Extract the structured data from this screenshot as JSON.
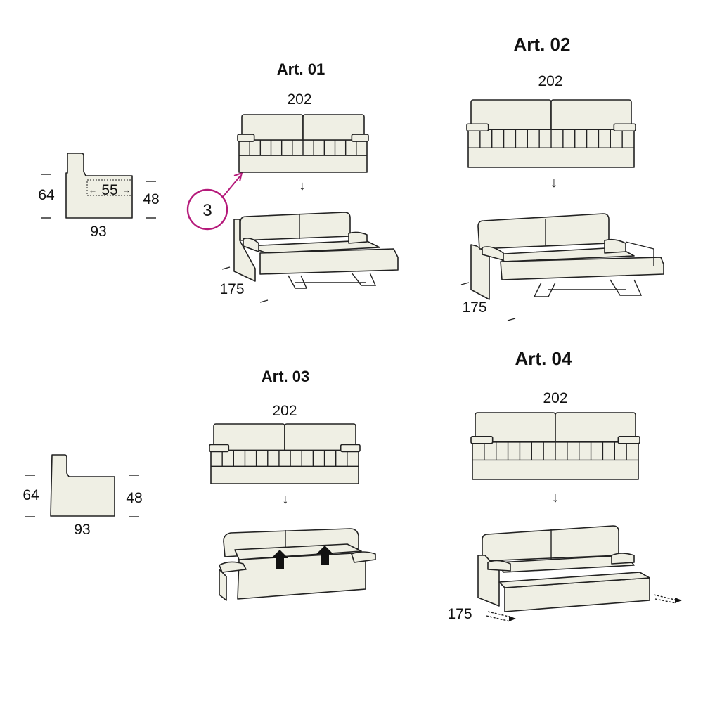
{
  "side_views": [
    {
      "height": "64",
      "seat_height": "48",
      "depth": "93",
      "seat_depth": "55"
    },
    {
      "height": "64",
      "seat_height": "48",
      "depth": "93"
    }
  ],
  "callout": {
    "label": "3",
    "color": "#b5197a"
  },
  "articles": [
    {
      "title": "Art. 01",
      "width": "202",
      "bed_length": "175"
    },
    {
      "title": "Art. 02",
      "width": "202",
      "bed_length": "175"
    },
    {
      "title": "Art. 03",
      "width": "202"
    },
    {
      "title": "Art. 04",
      "width": "202",
      "bed_length": "175"
    }
  ],
  "arrow_glyph": "↓"
}
